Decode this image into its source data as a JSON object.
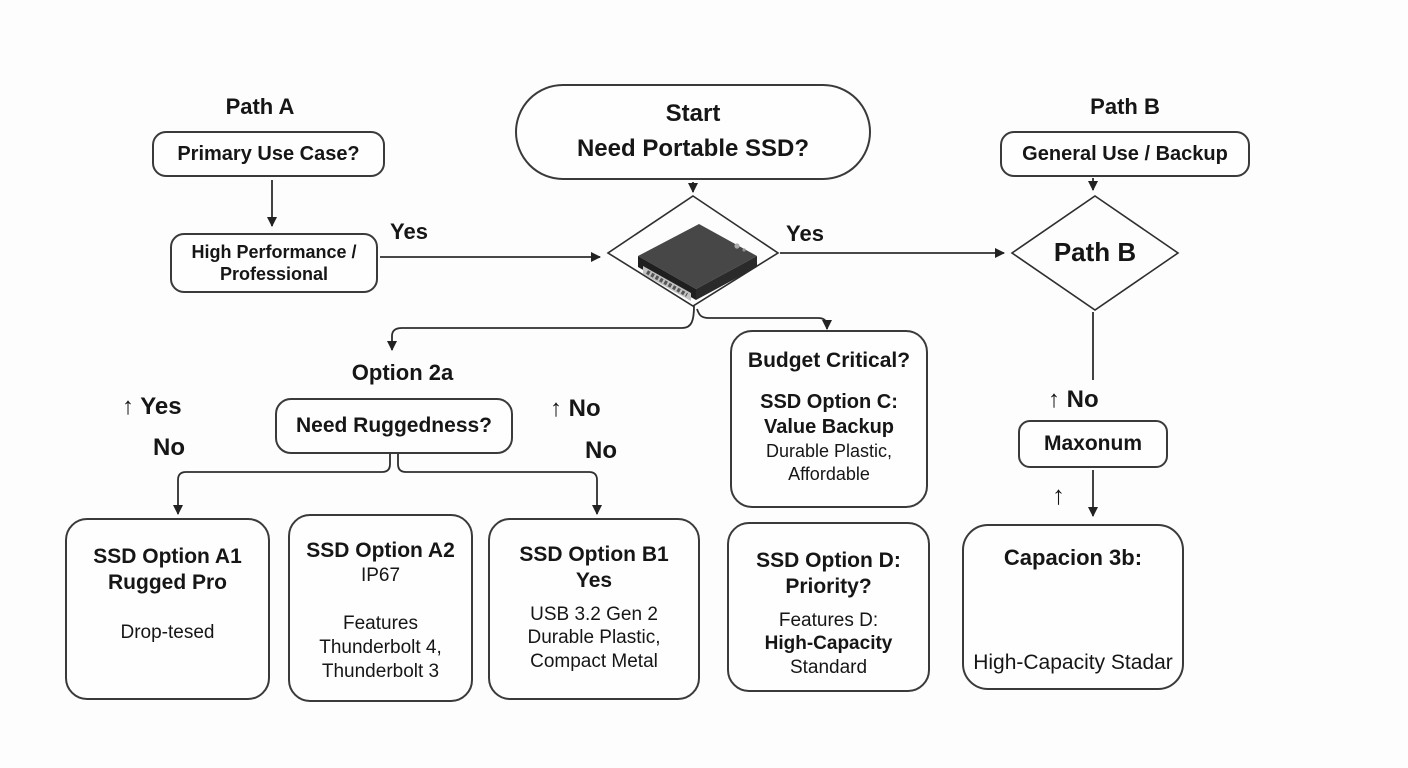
{
  "colors": {
    "line": "#2e2e2e",
    "box_border": "#3a3a3a",
    "background": "#fdfdfd",
    "ssd_top": "#474747",
    "ssd_side_right": "#2a2a2a",
    "ssd_side_left": "#1f1f1f",
    "ssd_connector": "#c2c2c2",
    "ssd_pins": "#555555",
    "red_ssd": "#c0301f",
    "red_ssd_base": "#2d2d2d"
  },
  "images": {
    "black_ssd": "black-portable-ssd-photo",
    "red_ssd": "red-portable-ssd-photo"
  },
  "labels": {
    "path_a": "Path A",
    "path_b_heading": "Path B",
    "yes_left": "Yes",
    "yes_right": "Yes",
    "option_2a": "Option 2a",
    "up_yes_left": "↑ Yes",
    "no_left": "No",
    "up_no_mid": "↑ No",
    "no_mid": "No",
    "up_no_right": "↑ No",
    "up_arrow": "↑"
  },
  "nodes": {
    "start": {
      "line1": "Start",
      "line2": "Need Portable SSD?"
    },
    "primary": {
      "label": "Primary Use Case?"
    },
    "high_perf": {
      "line1": "High Performance /",
      "line2": "Professional"
    },
    "general": {
      "label": "General Use / Backup"
    },
    "path_b_diamond": {
      "label": "Path B"
    },
    "ruggedness": {
      "label": "Need Ruggedness?"
    },
    "maxonum": {
      "label": "Maxonum"
    },
    "budget": {
      "title": "Budget Critical?",
      "subtitle1": "SSD Option C:",
      "subtitle2": "Value Backup",
      "body1": "Durable Plastic,",
      "body2": "Affordable"
    },
    "option_a1": {
      "title1": "SSD Option A1",
      "title2": "Rugged Pro",
      "body": "Drop-tesed"
    },
    "option_a2": {
      "title": "SSD Option A2",
      "subtitle": "IP67",
      "body1": "Features",
      "body2": "Thunderbolt 4,",
      "body3": "Thunderbolt 3"
    },
    "option_b1": {
      "title1": "SSD Option B1",
      "title2": "Yes",
      "body1": "USB 3.2 Gen 2",
      "body2": "Durable Plastic,",
      "body3": "Compact Metal"
    },
    "option_d": {
      "title1": "SSD Option D:",
      "title2": "Priority?",
      "body1": "Features D:",
      "body2": "High-Capacity",
      "body3": "Standard"
    },
    "capacion": {
      "title": "Capacion 3b:",
      "caption": "High-Capacity Stadar"
    }
  }
}
